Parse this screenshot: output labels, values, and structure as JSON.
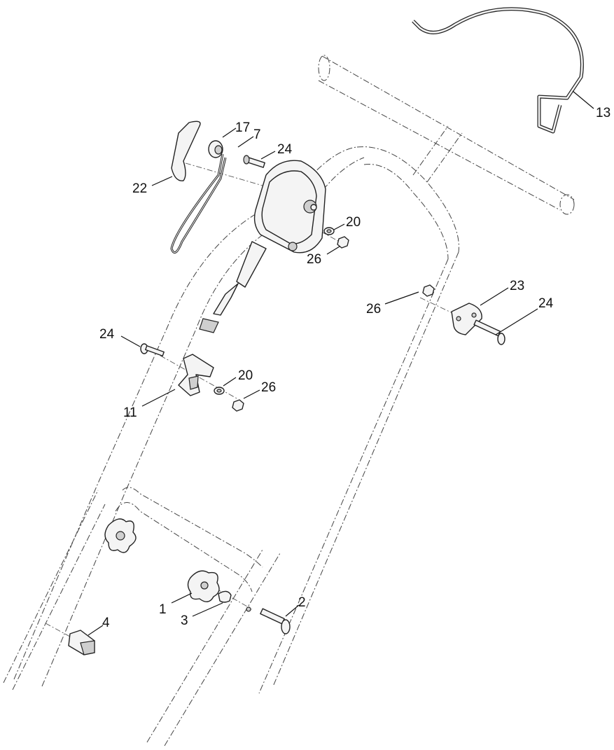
{
  "diagram": {
    "callouts": [
      {
        "id": "c13",
        "text": "13"
      },
      {
        "id": "c17",
        "text": "17"
      },
      {
        "id": "c7",
        "text": "7"
      },
      {
        "id": "c24a",
        "text": "24"
      },
      {
        "id": "c22",
        "text": "22"
      },
      {
        "id": "c20a",
        "text": "20"
      },
      {
        "id": "c26a",
        "text": "26"
      },
      {
        "id": "c23",
        "text": "23"
      },
      {
        "id": "c24b",
        "text": "24"
      },
      {
        "id": "c26b",
        "text": "26"
      },
      {
        "id": "c24c",
        "text": "24"
      },
      {
        "id": "c20b",
        "text": "20"
      },
      {
        "id": "c26c",
        "text": "26"
      },
      {
        "id": "c11",
        "text": "11"
      },
      {
        "id": "c1",
        "text": "1"
      },
      {
        "id": "c2",
        "text": "2"
      },
      {
        "id": "c3",
        "text": "3"
      },
      {
        "id": "c4",
        "text": "4"
      }
    ]
  }
}
